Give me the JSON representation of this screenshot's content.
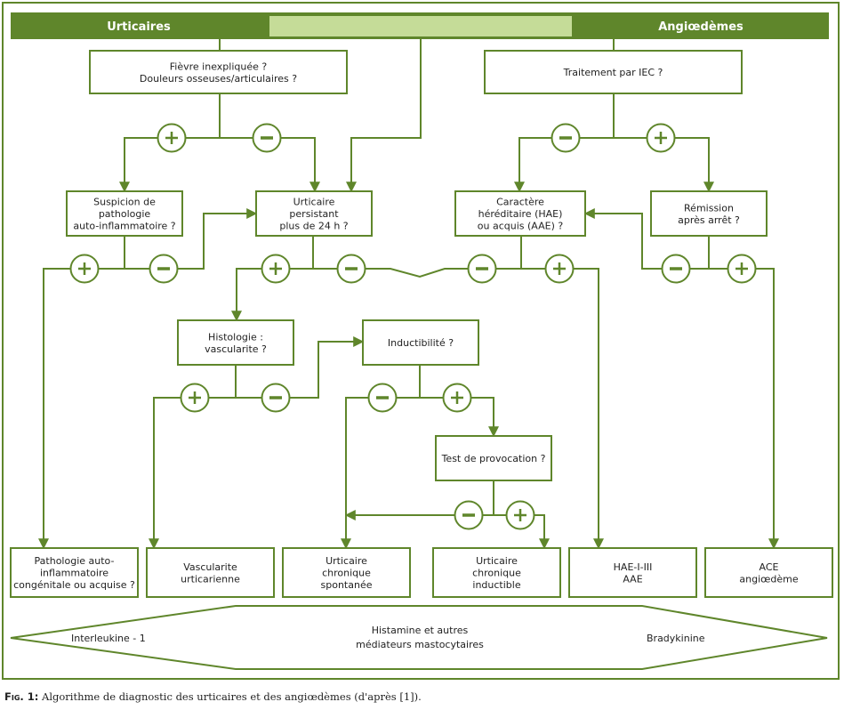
{
  "header": {
    "left_title": "Urticaires",
    "right_title": "Angiœdèmes"
  },
  "colors": {
    "primary_green": "#5f862b",
    "light_green": "#c5dc98",
    "text": "#222222"
  },
  "nodes": {
    "fever": [
      "Fièvre inexpliquée ?",
      "Douleurs osseuses/articulaires ?"
    ],
    "iec": [
      "Traitement par IEC ?"
    ],
    "autoinflam_suspicion": [
      "Suspicion de",
      "pathologie",
      "auto-inflammatoire ?"
    ],
    "persistent": [
      "Urticaire",
      "persistant",
      "plus de 24 h ?"
    ],
    "hereditary": [
      "Caractère",
      "héréditaire (HAE)",
      "ou acquis (AAE) ?"
    ],
    "remission": [
      "Rémission",
      "après arrêt ?"
    ],
    "histology": [
      "Histologie :",
      "vascularite ?"
    ],
    "inducibility": [
      "Inductibilité ?"
    ],
    "provocation": [
      "Test de provocation ?"
    ],
    "out_autoinflam": [
      "Pathologie auto-",
      "inflammatoire",
      "congénitale ou acquise ?"
    ],
    "out_vasculitis": [
      "Vascularite",
      "urticarienne"
    ],
    "out_spontaneous": [
      "Urticaire",
      "chronique",
      "spontanée"
    ],
    "out_inducible": [
      "Urticaire",
      "chronique",
      "inductible"
    ],
    "out_hae": [
      "HAE-I-III",
      "AAE"
    ],
    "out_ace": [
      "ACE",
      "angiœdème"
    ]
  },
  "signs": {
    "plus": "+",
    "minus": "−"
  },
  "mediators": {
    "left": "Interleukine - 1",
    "center": [
      "Histamine et autres",
      "médiateurs mastocytaires"
    ],
    "right": "Bradykinine"
  },
  "caption": {
    "label": "Fig. 1:",
    "text": " Algorithme de diagnostic des urticaires et des angiœdèmes (d'après [1])."
  }
}
